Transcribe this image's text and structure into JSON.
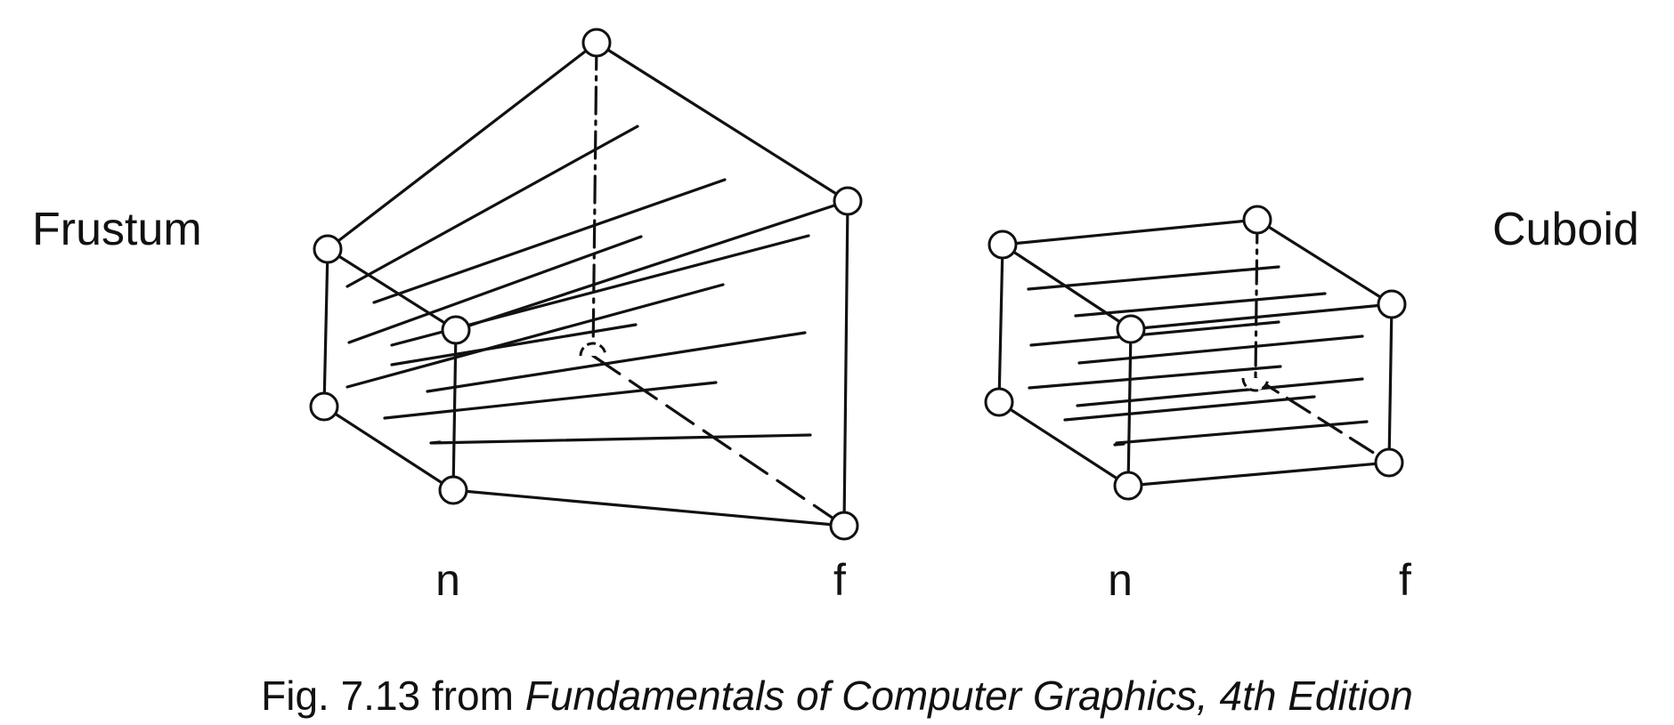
{
  "labels": {
    "frustum": "Frustum",
    "cuboid": "Cuboid",
    "frustum_near": "n",
    "frustum_far": "f",
    "cuboid_near": "n",
    "cuboid_far": "f"
  },
  "caption": {
    "prefix": "Fig. 7.13 from ",
    "book_title": "Fundamentals of Computer Graphics, 4th Edition"
  },
  "colors": {
    "ink": "#111111",
    "background": "#ffffff"
  }
}
